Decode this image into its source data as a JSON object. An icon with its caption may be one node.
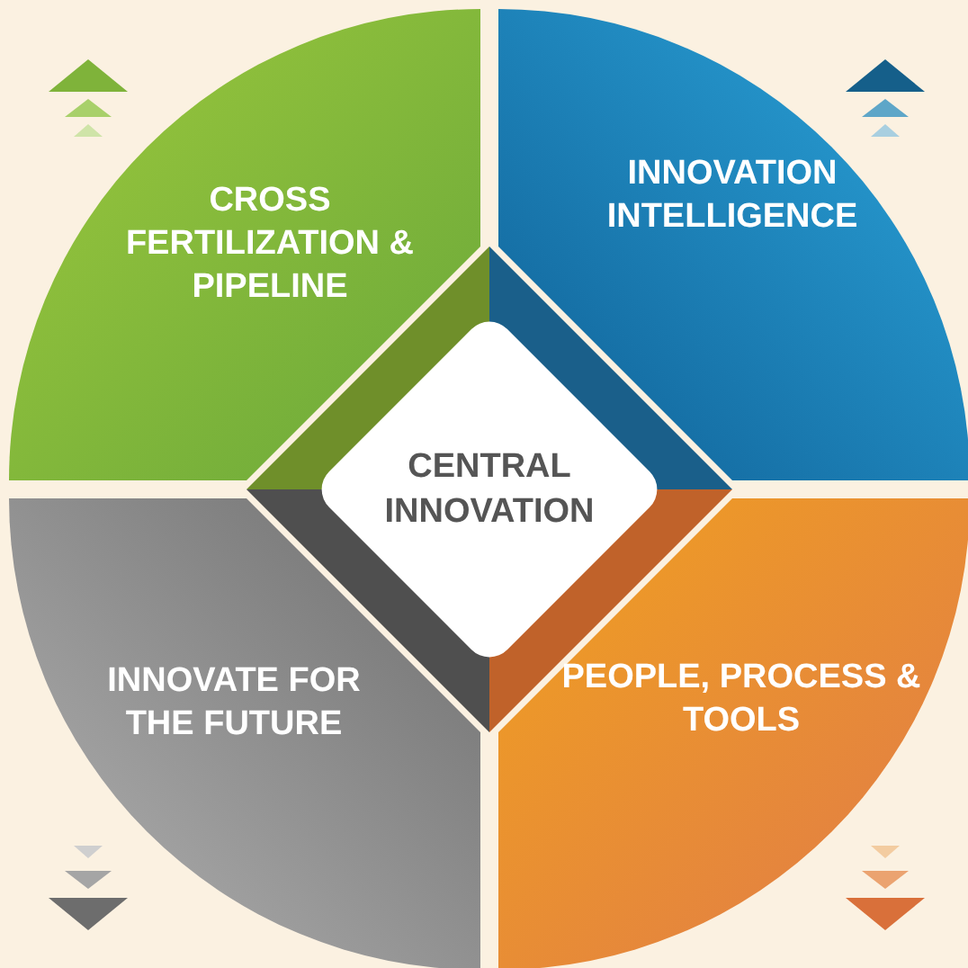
{
  "diagram": {
    "nodes": [
      {
        "text": [
          "CROSS FERTILIZATION & PIPELINE"
        ]
      },
      {
        "text": [
          "INNOVATION INTELLIGENCE"
        ]
      },
      {
        "text": [
          "INNOVATE FOR THE FUTURE"
        ]
      },
      {
        "text": [
          "PEOPLE, PROCESS & TOOLS"
        ]
      },
      {
        "text": [
          "CENTRAL INNOVATION"
        ]
      }
    ]
  }
}
